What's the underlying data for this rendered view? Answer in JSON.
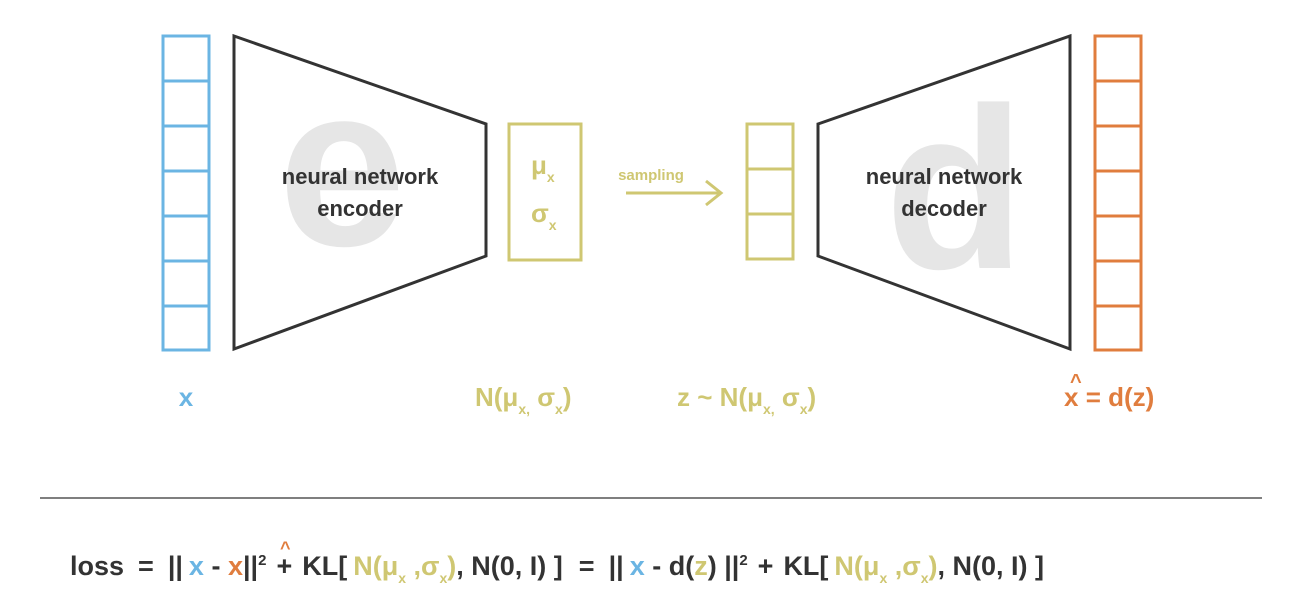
{
  "colors": {
    "input": "#6bb5e3",
    "latent": "#cfc772",
    "output": "#e07d3e",
    "frame": "#333333",
    "text": "#333333",
    "watermark": "#e6e6e6",
    "divider": "#555555"
  },
  "encoder": {
    "watermark_letter": "e",
    "label_line1": "neural network",
    "label_line2": "encoder"
  },
  "decoder": {
    "watermark_letter": "d",
    "label_line1": "neural network",
    "label_line2": "decoder"
  },
  "latent_box": {
    "mu": "μ",
    "sigma": "σ",
    "sub": "x"
  },
  "arrow_label": "sampling",
  "bottom_labels": {
    "x": "x",
    "n_prefix": "N(μ",
    "n_sub1": "x,",
    "n_mid": " σ",
    "n_sub2": "x",
    "n_close": ")",
    "z_prefix": "z ~ N(μ",
    "z_sub1": "x,",
    "z_mid": " σ",
    "z_sub2": "x",
    "z_close": ")",
    "xhat_hat": "^",
    "xhat_x": "x",
    "xhat_rest": " = d(z)"
  },
  "loss": {
    "word": "loss",
    "eq1": "=",
    "norm_open1": "||",
    "x1": "x",
    "minus1": " - ",
    "xhat": "x",
    "hat": "^",
    "norm_close1": "||",
    "pow1": "2",
    "plus1": "+",
    "kl1_open": "KL[",
    "kl1_n": "N(μ",
    "kl1_sub1": "x",
    "kl1_comma": " ,σ",
    "kl1_sub2": "x",
    "kl1_close": ")",
    "kl1_rest": ", N(0, I) ]",
    "eq2": "=",
    "norm_open2": "||",
    "x2": "x",
    "minus2": " - d(",
    "z2": "z",
    "dz_close": ") ||",
    "pow2": "2",
    "plus2": "+",
    "kl2_open": "KL[",
    "kl2_n": "N(μ",
    "kl2_sub1": "x",
    "kl2_comma": " ,σ",
    "kl2_sub2": "x",
    "kl2_close": ")",
    "kl2_rest": ", N(0, I) ]"
  }
}
